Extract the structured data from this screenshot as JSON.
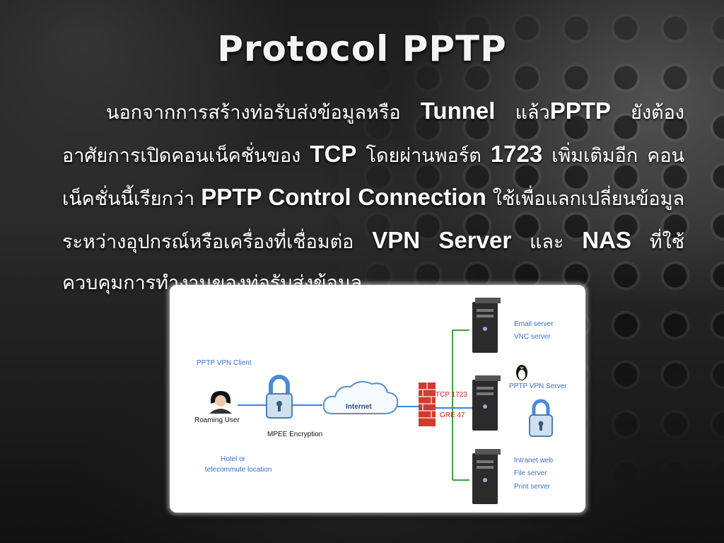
{
  "slide": {
    "title": "Protocol  PPTP",
    "paragraph": [
      "นอกจากการสร้างท่อรับส่งข้อมูลหรือ ",
      "Tunnel",
      "  แล้ว",
      "PPTP",
      "  ยังต้องอาศัยการเปิดคอนเน็คชั่นของ ",
      "TCP",
      " โดยผ่านพอร์ต ",
      "1723",
      " เพิ่มเติมอีก คอนเน็คชั่นนี้เรียกว่า ",
      "PPTP Control Connection",
      " ใช้เพื่อแลกเปลี่ยนข้อมูลระหว่างอุปกรณ์หรือเครื่องที่เชื่อมต่อ ",
      "VPN Server",
      " และ ",
      "NAS",
      " ที่ใช้ควบคุมการทำงานของท่อรับส่งข้อมูล"
    ]
  },
  "diagram": {
    "client_label": "PPTP VPN Client",
    "roaming_user": "Roaming User",
    "encryption": "MPEE Encryption",
    "location": [
      "Hotel or",
      "telecommute location"
    ],
    "internet": "Internet",
    "tcp_port": "TCP 1723",
    "gre": "GRE 47",
    "top_servers": [
      "Email server",
      "VNC server"
    ],
    "vpn_server": "PPTP VPN Server",
    "bottom_servers": [
      "Intranet web",
      "File server",
      "Print server"
    ],
    "colors": {
      "label_blue": "#3a6fd0",
      "link_blue": "#3f7fe0",
      "link_green": "#3da33d",
      "firewall_red": "#d13b2f",
      "port_red": "#cc1f1f"
    }
  }
}
